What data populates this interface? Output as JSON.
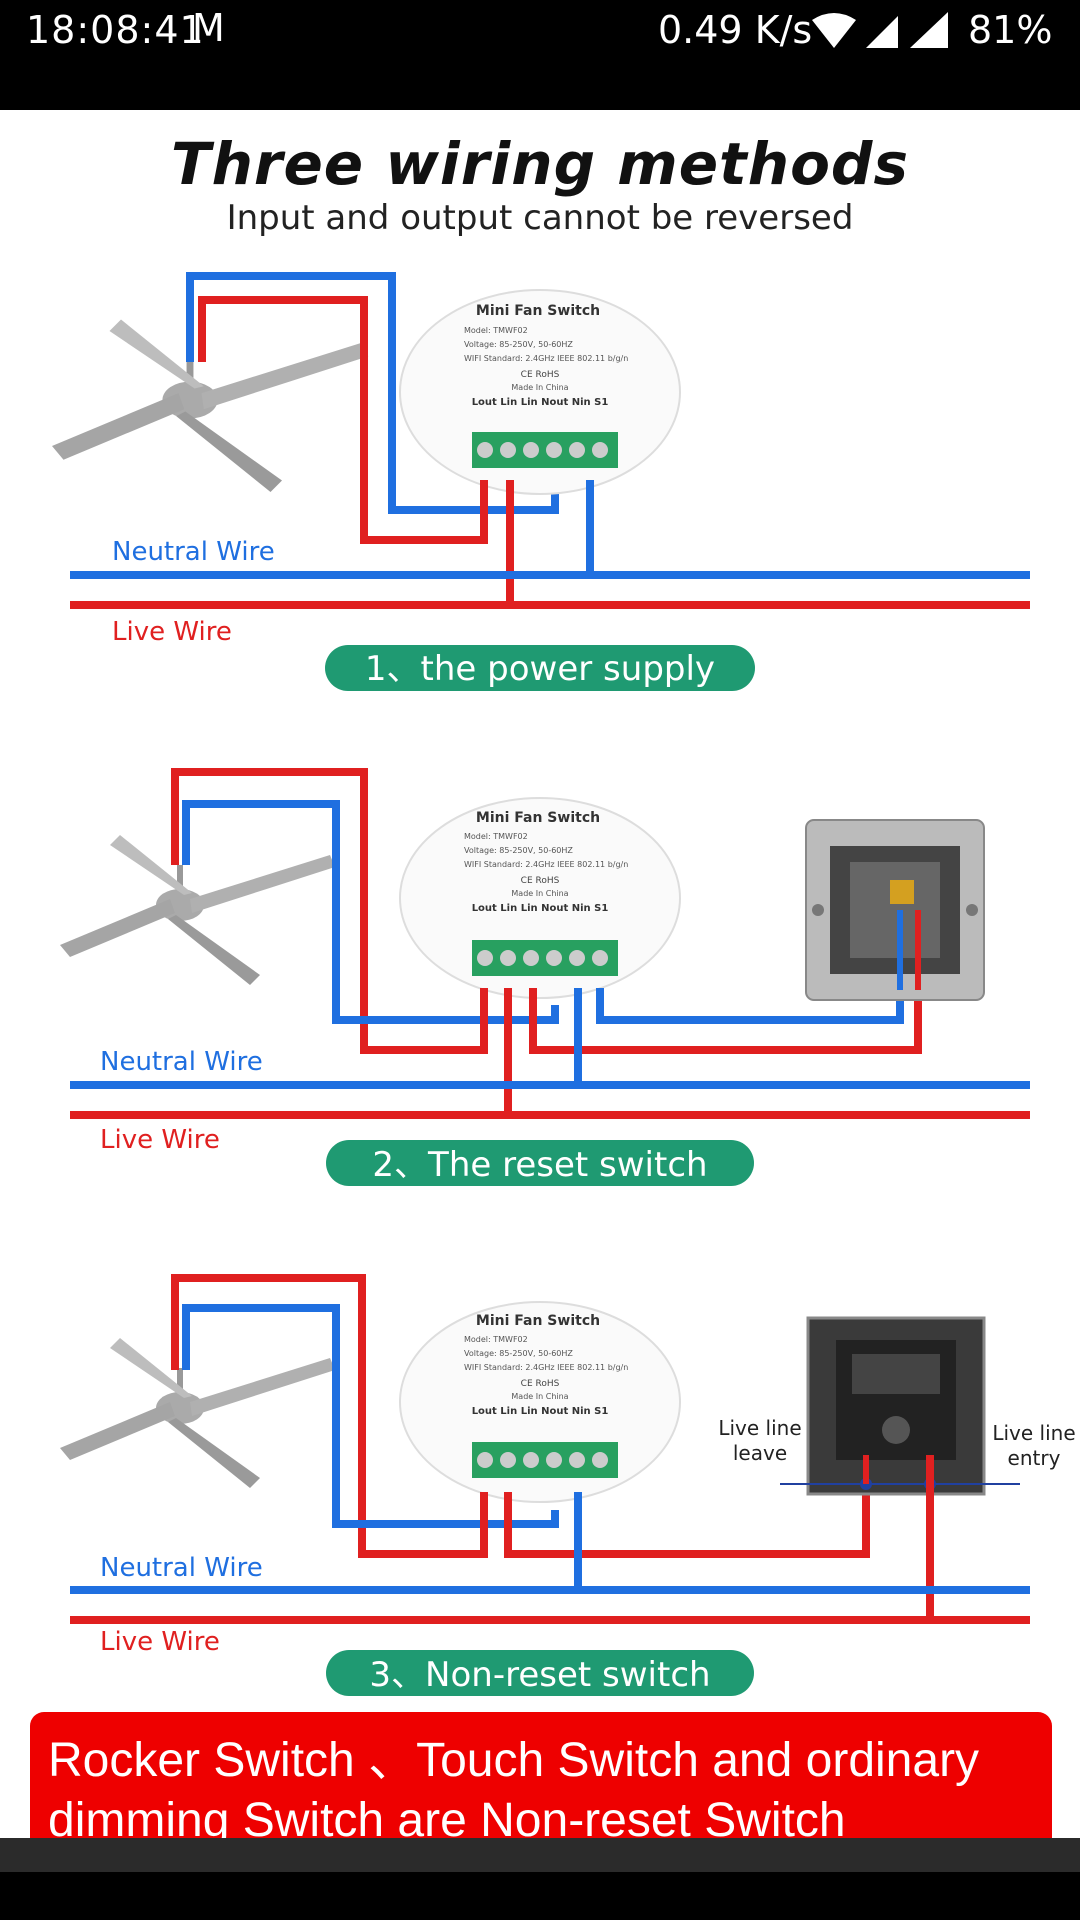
{
  "status_bar": {
    "time": "18:08:41",
    "mail_icon": "M",
    "net_speed": "0.49 K/s",
    "battery": "81%"
  },
  "diagram": {
    "title": "Three wiring methods",
    "subtitle": "Input and output cannot be reversed",
    "device": {
      "name": "Mini Fan Switch",
      "model": "Model:  TMWF02",
      "voltage": "Voltage:  85-250V, 50-60HZ",
      "wifi": "WIFI Standard:  2.4GHz IEEE 802.11 b/g/n",
      "certs": "CE  RoHS",
      "made_in": "Made In China",
      "terminals": "Lout  Lin  Lin  Nout  Nin  S1"
    },
    "neutral_label": "Neutral Wire",
    "live_label": "Live Wire",
    "method1_label": "1、the power supply",
    "method2_label": "2、The reset switch",
    "method3_label": "3、Non-reset switch",
    "live_leave": "Live line\nleave",
    "live_entry": "Live line\nentry",
    "note_line1": "Rocker Switch 、Touch Switch and ordinary",
    "note_line2": "dimming Switch are Non-reset Switch"
  },
  "colors": {
    "neutral": "#1f6fe0",
    "live": "#e02020",
    "badge": "#1f9a72",
    "note_bg": "#ee0000"
  }
}
